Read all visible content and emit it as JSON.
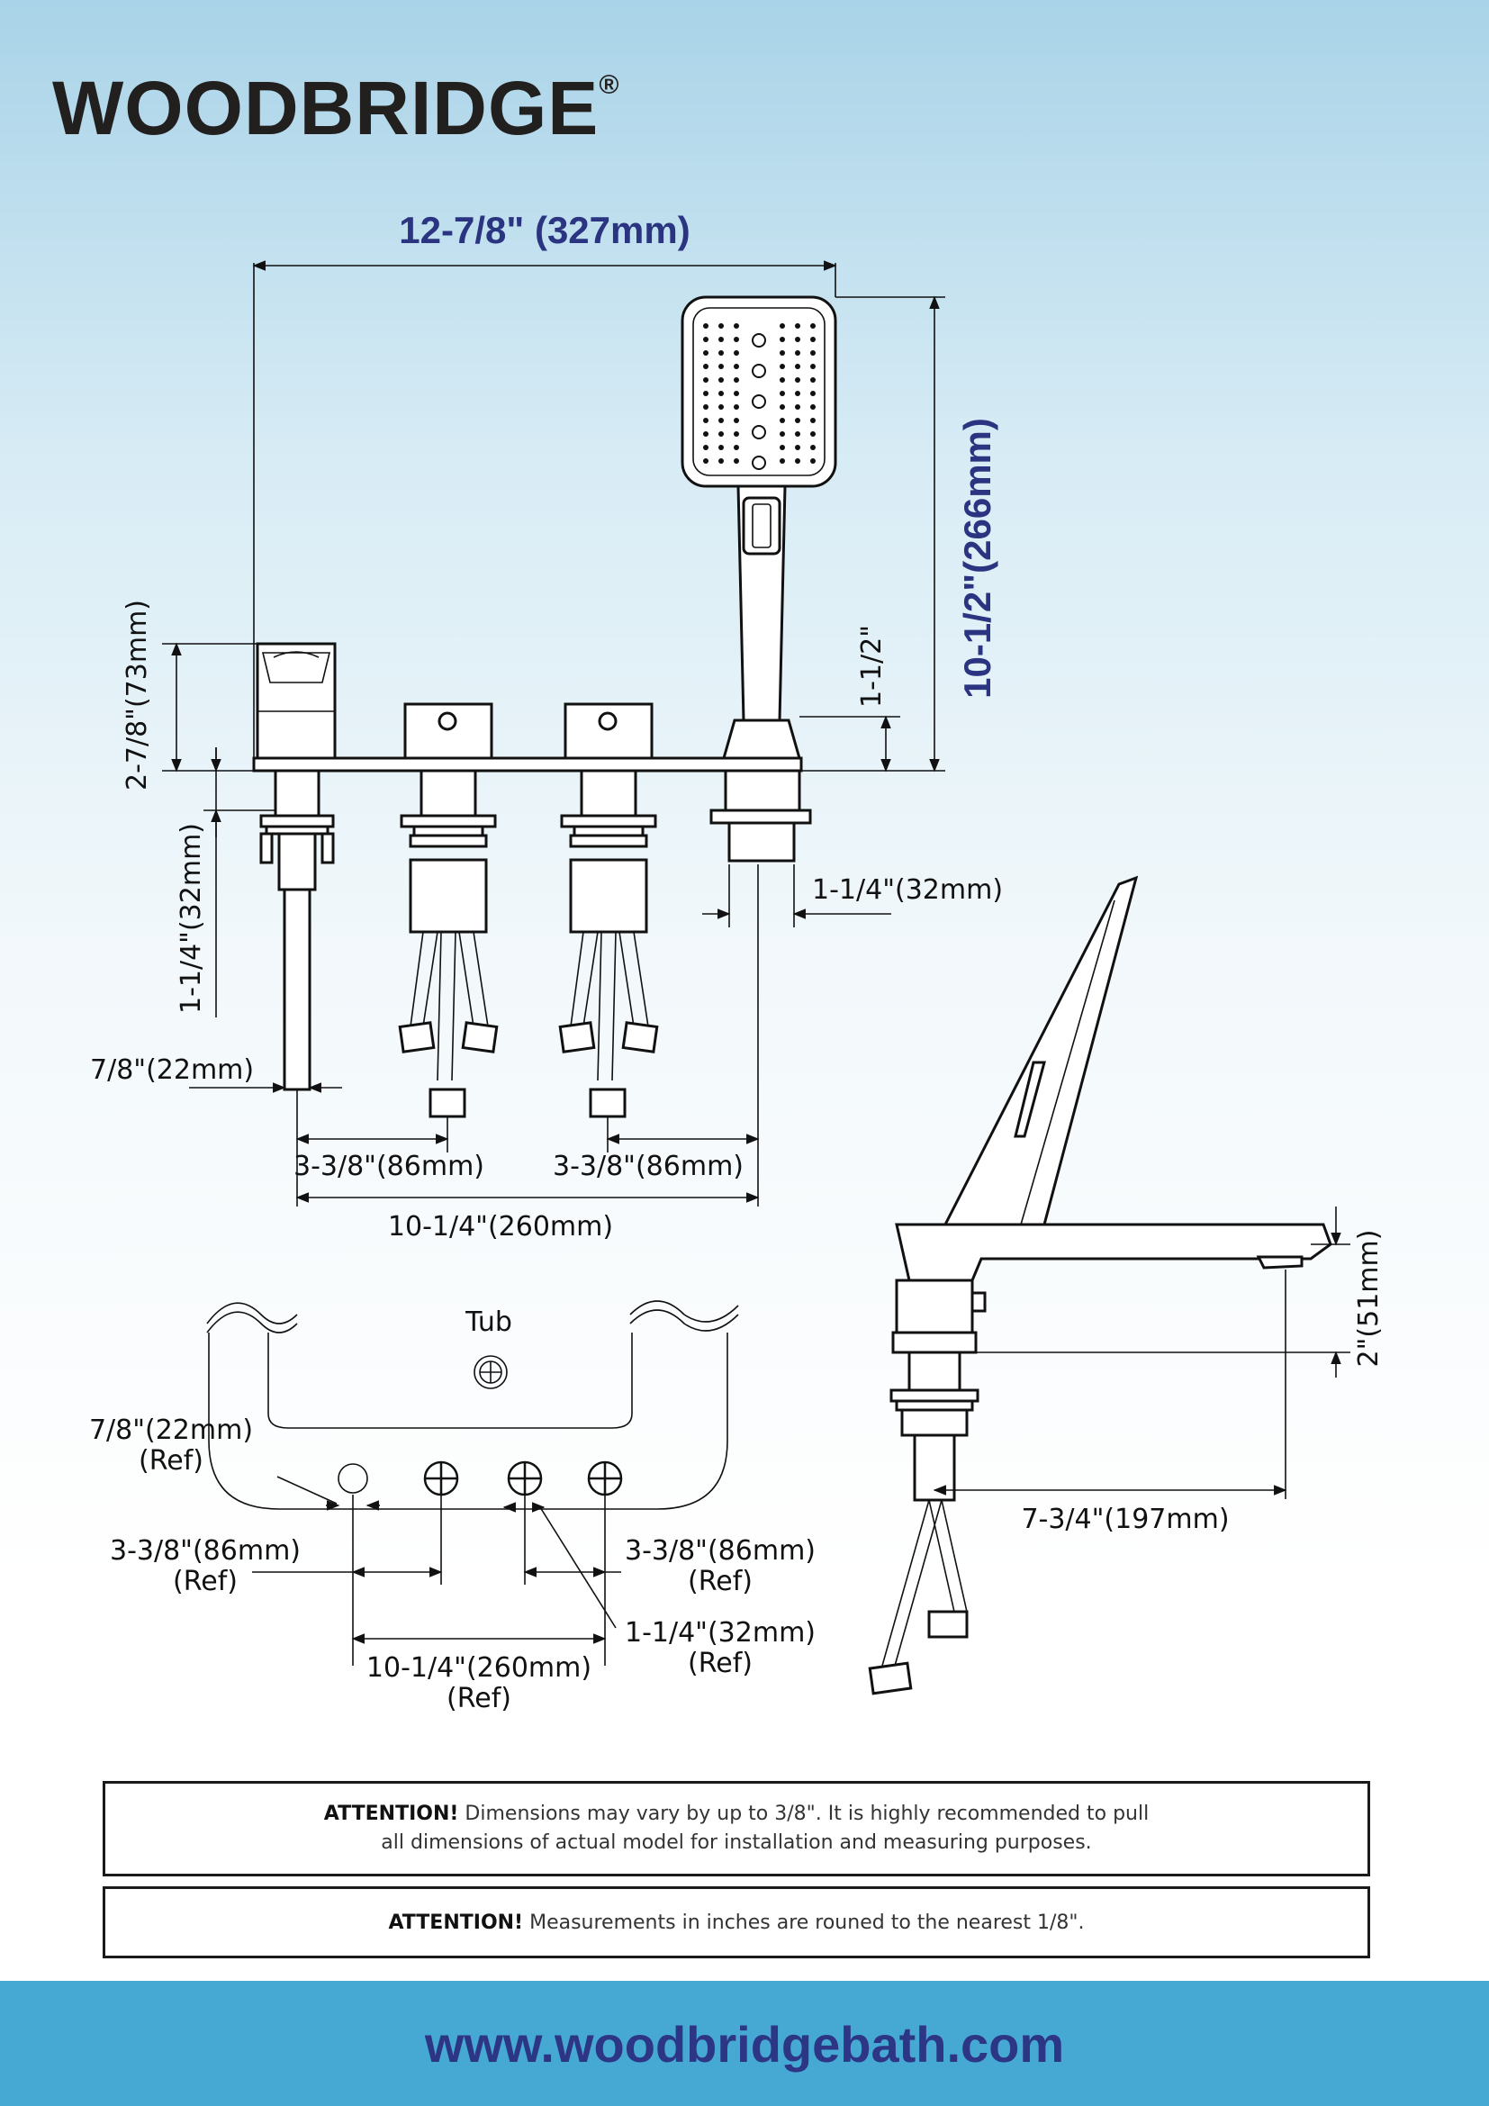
{
  "brand": {
    "name": "WOODBRIDGE",
    "mark": "®"
  },
  "dims": {
    "overall_width": "12-7/8\" (327mm)",
    "overall_height": "10-1/2\"(266mm)",
    "deck_height": "2-7/8\"(73mm)",
    "handle_offset": "1-1/2\"",
    "shank_height": "1-1/4\"(32mm)",
    "shank_diameter": "1-1/4\"(32mm)",
    "pipe_diameter": "7/8\"(22mm)",
    "spacing_left": "3-3/8\"(86mm)",
    "spacing_right": "3-3/8\"(86mm)",
    "total_spread": "10-1/4\"(260mm)",
    "spout_height": "2\"(51mm)",
    "spout_reach": "7-3/4\"(197mm)"
  },
  "tub": {
    "label": "Tub",
    "hole_dia": "7/8\"(22mm)",
    "hole_dia_ref": "(Ref)",
    "spacing_left": "3-3/8\"(86mm)",
    "spacing_left_ref": "(Ref)",
    "spacing_right": "3-3/8\"(86mm)",
    "spacing_right_ref": "(Ref)",
    "shank": "1-1/4\"(32mm)",
    "shank_ref": "(Ref)",
    "spread": "10-1/4\"(260mm)",
    "spread_ref": "(Ref)"
  },
  "notices": {
    "first_label": "ATTENTION!",
    "first_line1": "Dimensions may vary by up to 3/8\". It is highly recommended to pull",
    "first_line2": "all dimensions of actual model for installation and measuring purposes.",
    "second_label": "ATTENTION!",
    "second_text": "Measurements in inches are rouned to the nearest 1/8\"."
  },
  "footer": {
    "website": "www.woodbridgebath.com"
  }
}
